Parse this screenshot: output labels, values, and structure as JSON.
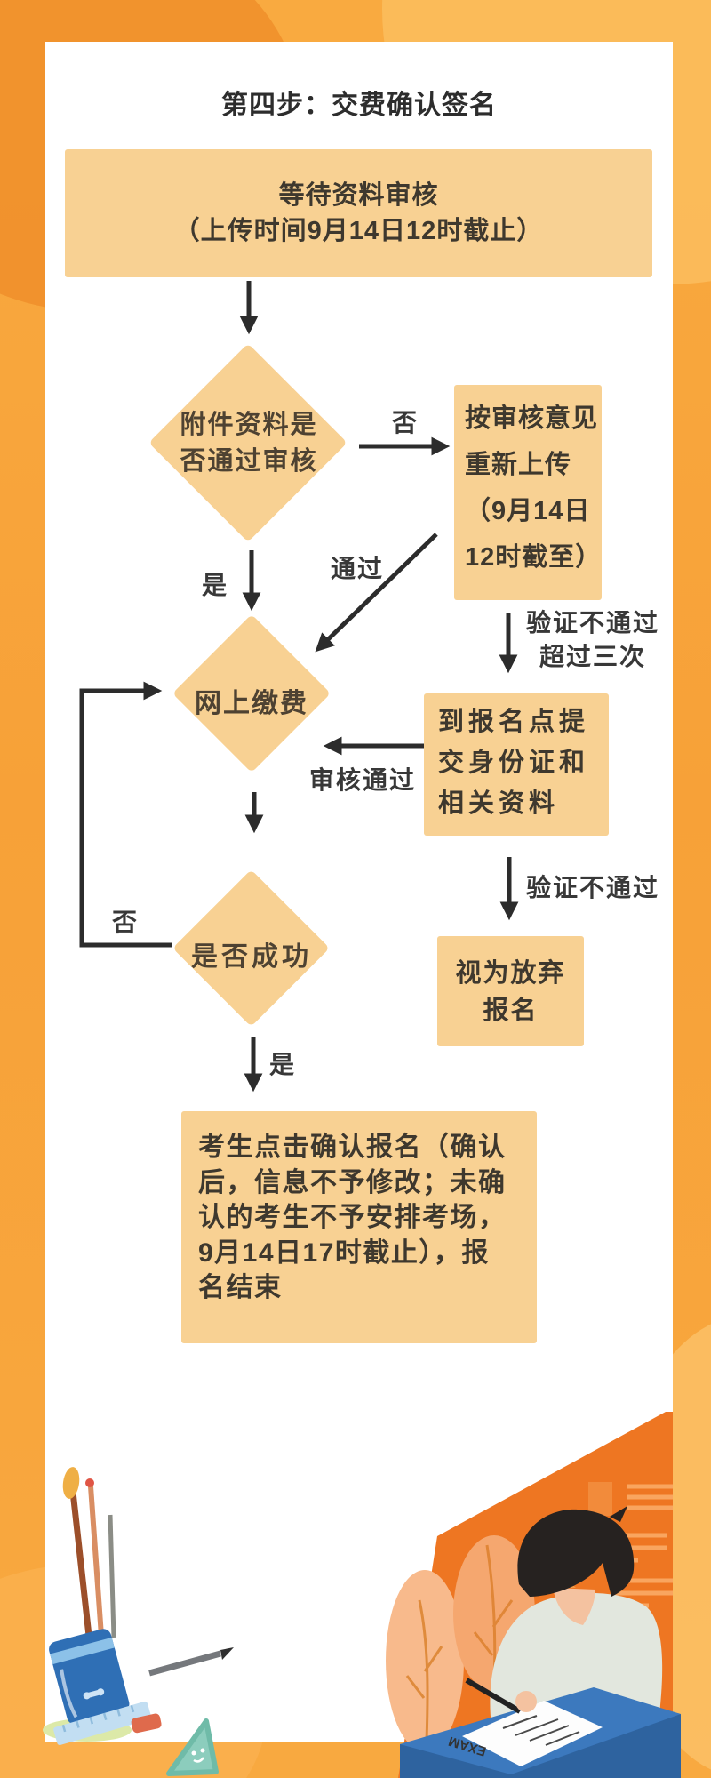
{
  "title": "第四步：交费确认签名",
  "nodes": {
    "wait_review": {
      "lines": [
        "等待资料审核",
        "（上传时间9月14日12时截止）"
      ]
    },
    "attachment_check": {
      "lines": [
        "附件资料是",
        "否通过审核"
      ]
    },
    "reupload": {
      "lines": [
        "按审核意见",
        "重新上传",
        "（9月14日",
        "12时截至）"
      ]
    },
    "pay_online": {
      "label": "网上缴费"
    },
    "onsite_submit": {
      "lines": [
        "到报名点提",
        "交身份证和",
        "相关资料"
      ]
    },
    "give_up": {
      "lines": [
        "视为放弃",
        "报名"
      ]
    },
    "success_check": {
      "label": "是否成功"
    },
    "confirm_final": {
      "lines": [
        "考生点击确认报名（确认",
        "后，信息不予修改；未确",
        "认的考生不予安排考场，",
        "9月14日17时截止），报",
        "名结束"
      ]
    }
  },
  "edge_labels": {
    "no_first": "否",
    "yes_first": "是",
    "pass": "通过",
    "fail_over_three": {
      "lines": [
        "验证不通过",
        "超过三次"
      ]
    },
    "review_pass": "审核通过",
    "fail": "验证不通过",
    "no_second": "否",
    "yes_second": "是"
  },
  "illustration": {
    "exam_label": "EXAM"
  },
  "colors": {
    "page_orange": "#F8A83E",
    "node_fill": "#F8D193",
    "arrow_dark": "#2C2C2C",
    "card_white": "#FFFFFF",
    "illustration_orange": "#EE7622",
    "desk_blue": "#3C79BE",
    "plant_peach": "#F6AC77"
  }
}
